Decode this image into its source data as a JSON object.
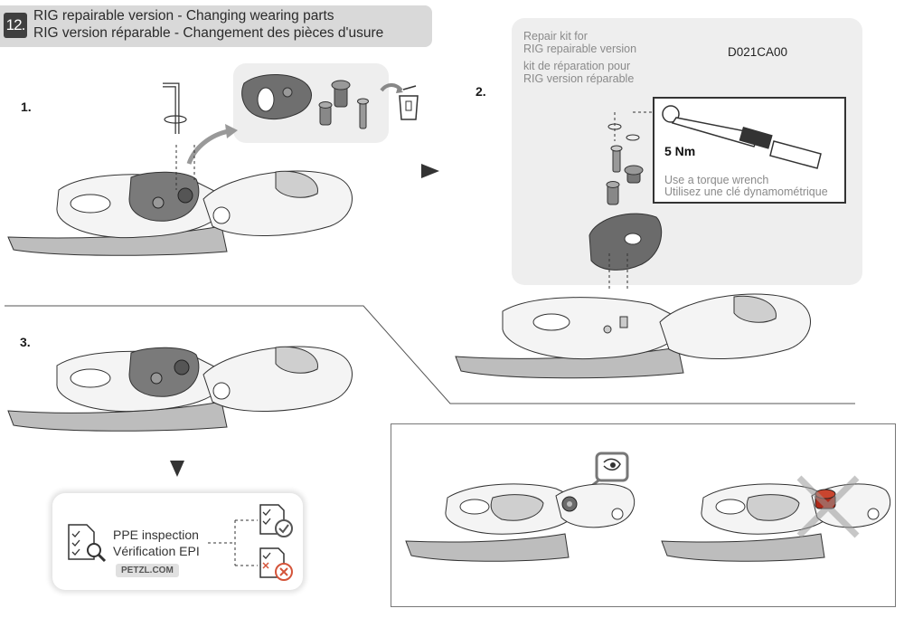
{
  "header": {
    "step_number": "12.",
    "title_en": "RIG repairable version - Changing wearing parts",
    "title_fr": "RIG version réparable - Changement des pièces d'usure"
  },
  "steps": {
    "step1_label": "1.",
    "step2_label": "2.",
    "step3_label": "3."
  },
  "repair_kit": {
    "line1": "Repair kit for",
    "line2": "RIG repairable version",
    "line3": "kit de réparation pour",
    "line4": "RIG version réparable",
    "reference": "D021CA00"
  },
  "torque": {
    "value": "5 Nm",
    "instruction_en": "Use a torque wrench",
    "instruction_fr": "Utilisez une clé dynamométrique"
  },
  "inspection": {
    "line_en": "PPE inspection",
    "line_fr": "Vérification EPI",
    "website": "PETZL.COM"
  },
  "colors": {
    "header_bg": "#d9d9d9",
    "badge_bg": "#3f3f3f",
    "dark_part": "#6b6b6b",
    "ok_color": "#555555",
    "reject_color": "#d4543a",
    "worn_part": "#b02a1a"
  }
}
